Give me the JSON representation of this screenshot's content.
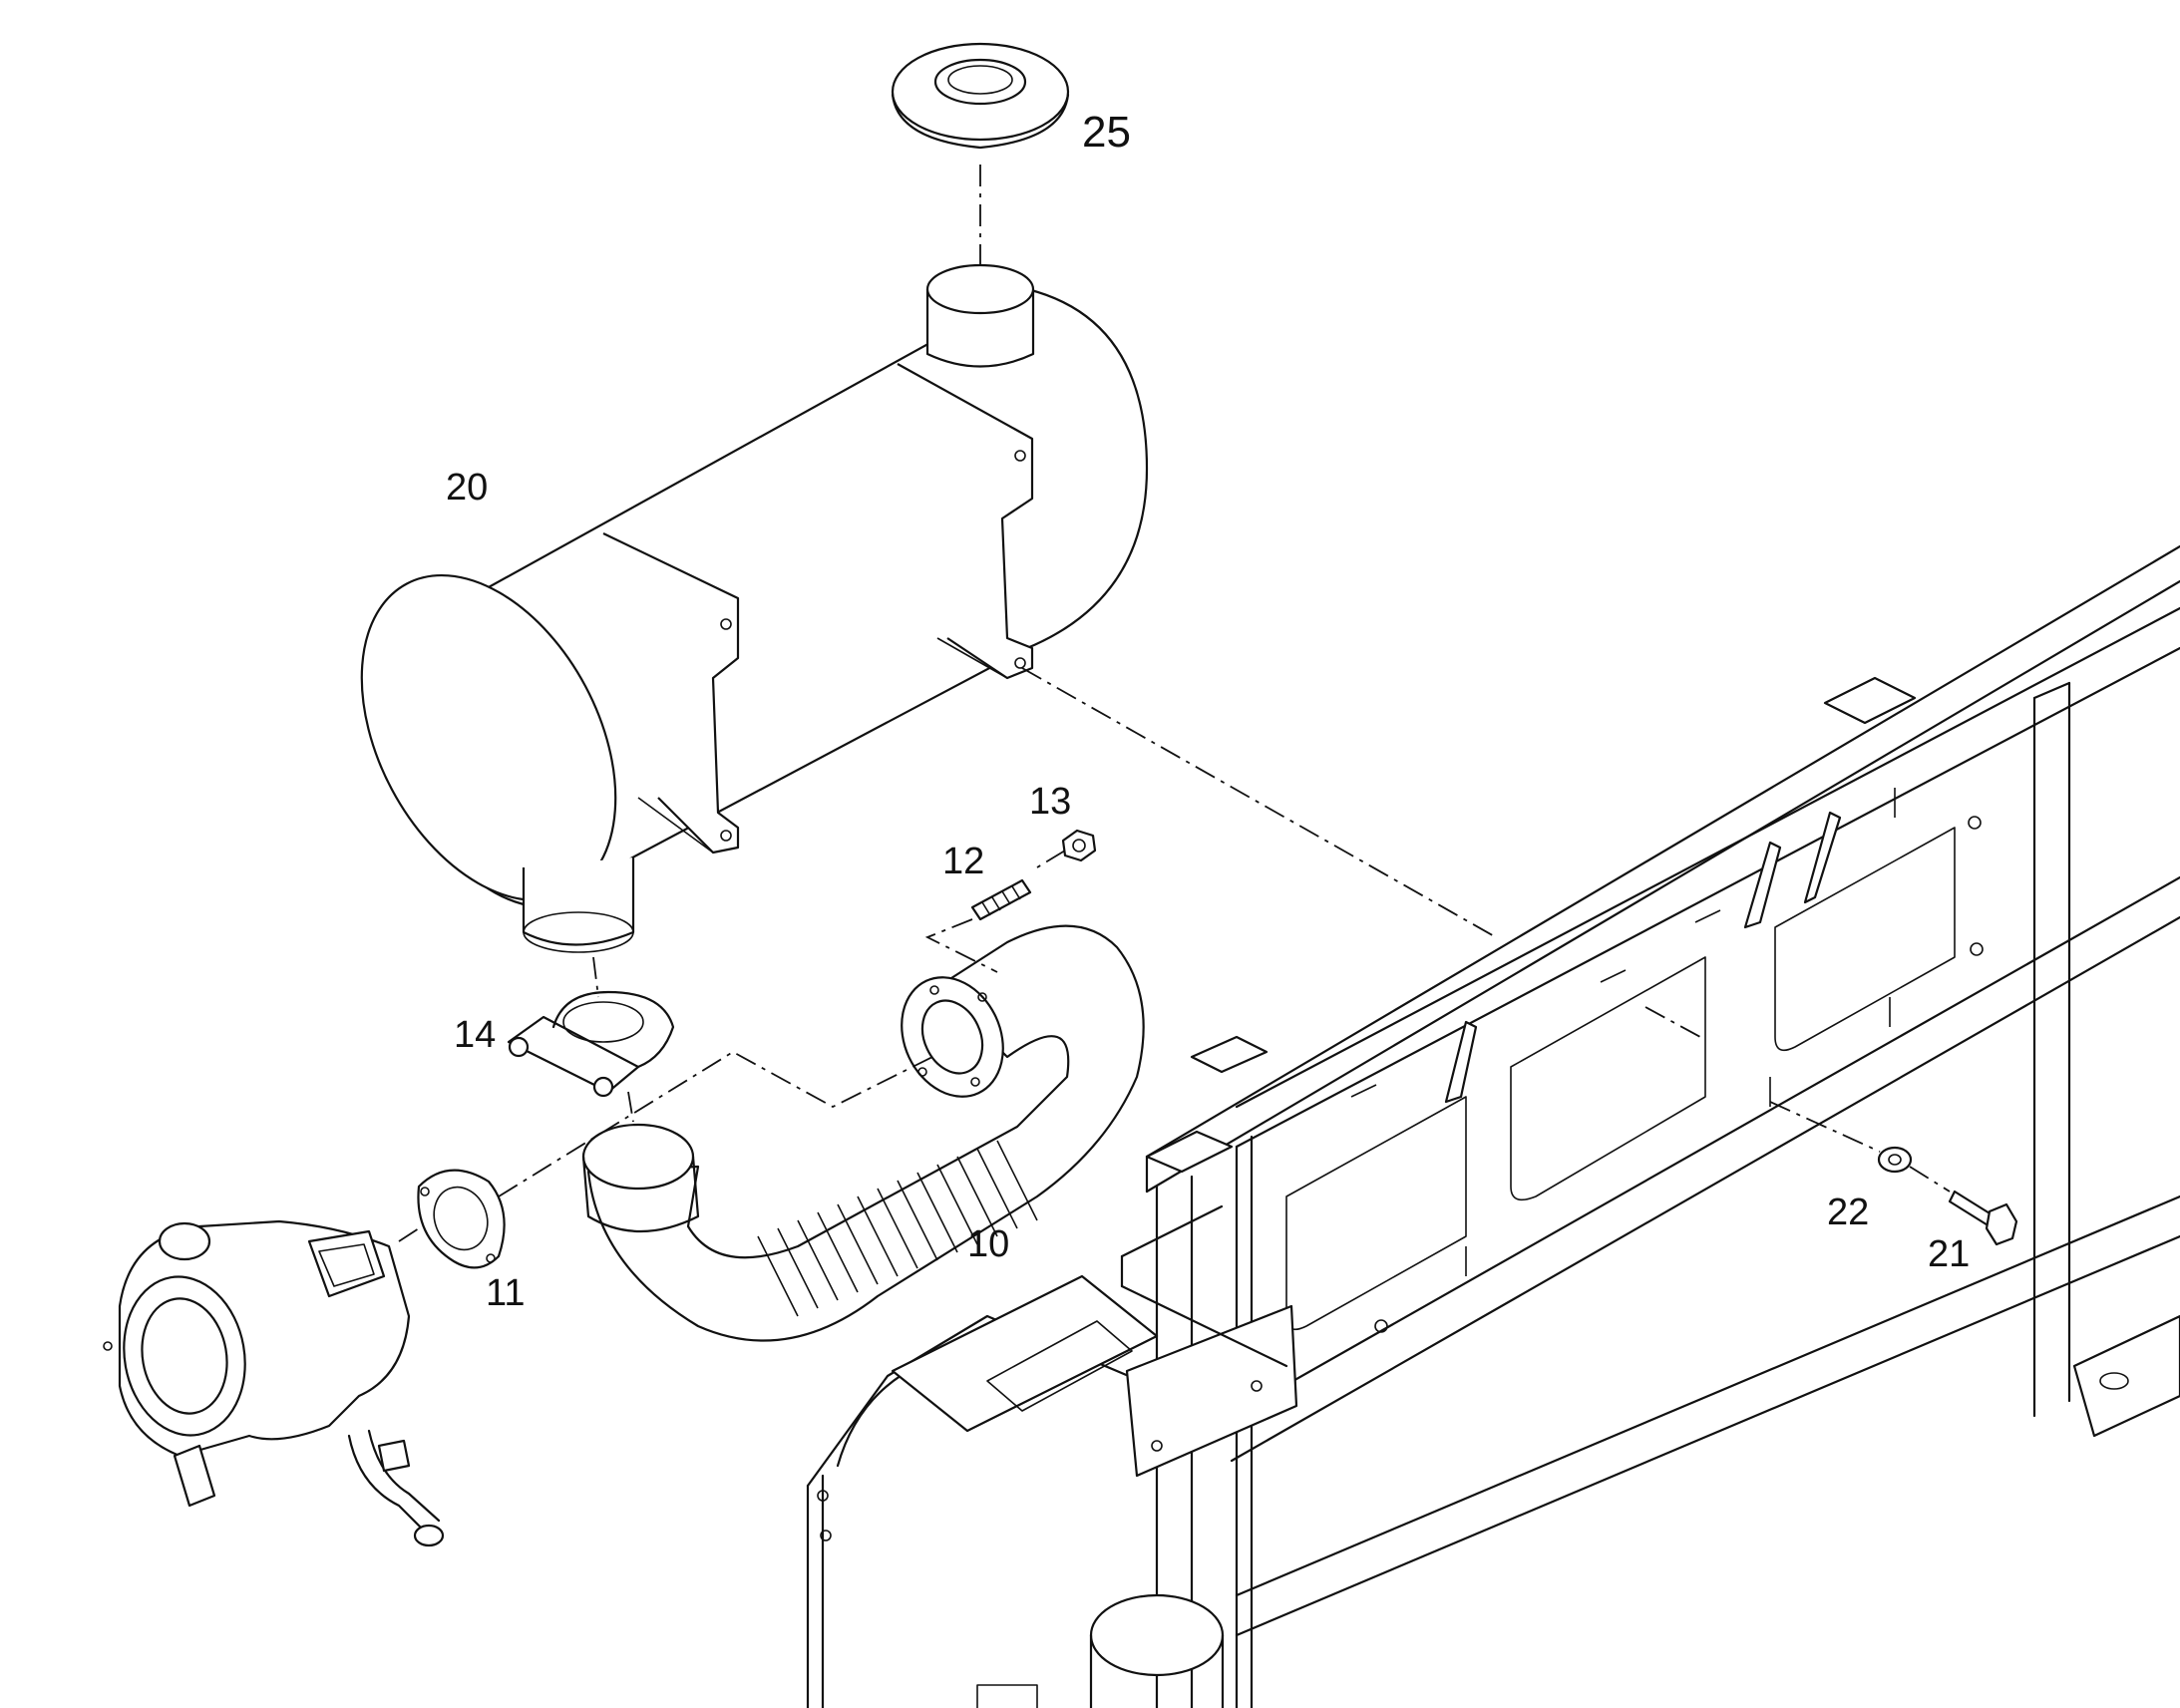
{
  "callouts": {
    "c25": "25",
    "c20": "20",
    "c13": "13",
    "c12": "12",
    "c14": "14",
    "c11": "11",
    "c10": "10",
    "c22": "22",
    "c21": "21"
  }
}
